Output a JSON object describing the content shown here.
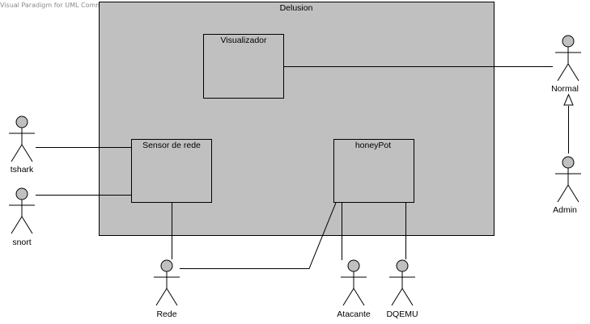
{
  "watermark": "Visual Paradigm for UML Community Edition(Universidade do Minho)",
  "system": {
    "title": "Delusion"
  },
  "components": {
    "visualizador": "Visualizador",
    "sensor": "Sensor de rede",
    "honeypot": "honeyPot"
  },
  "actors": {
    "normal": "Normal",
    "admin": "Admin",
    "tshark": "tshark",
    "snort": "snort",
    "rede": "Rede",
    "atacante": "Atacante",
    "dqemu": "DQEMU"
  },
  "colors": {
    "system_fill": "#c0c0c0",
    "actor_head": "#c0c0c0",
    "line": "#000000"
  }
}
